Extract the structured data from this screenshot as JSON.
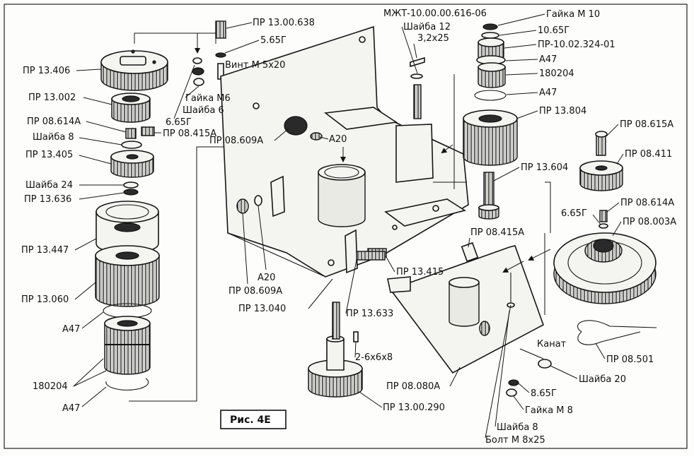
{
  "figure_caption": "Рис. 4Е",
  "labels": {
    "pr13406": "ПР 13.406",
    "pr13002": "ПР 13.002",
    "pr08614a_l": "ПР 08.614А",
    "shayba8_l": "Шайба 8",
    "pr13405": "ПР 13.405",
    "shayba24": "Шайба 24",
    "pr13636": "ПР 13.636",
    "pr13447": "ПР 13.447",
    "pr13060": "ПР 13.060",
    "a47_l1": "А47",
    "b180204_l": "180204",
    "a47_l2": "А47",
    "pr1300638": "ПР 13.00.638",
    "g565": "5.65Г",
    "vint_m5x20": "Винт М 5х20",
    "gayka_m6": "Гайка М6",
    "shayba6": "Шайба 6",
    "g665_top": "6.65Г",
    "pr08415a_top": "ПР 08.415А",
    "pr08609a_top": "ПР 08.609А",
    "a20_top": "А20",
    "mzht": "МЖТ-10.00.00.616-06",
    "shayba12": "Шайба 12",
    "s32x25": "3,2х25",
    "gayka_m10": "Гайка М 10",
    "g1065": "10.65Г",
    "pr1002324": "ПР-10.02.324-01",
    "a47_r1": "А47",
    "b180204_r": "180204",
    "a47_r2": "А47",
    "pr13804": "ПР 13.804",
    "pr08615a": "ПР 08.615А",
    "pr08411": "ПР 08.411",
    "pr13604": "ПР 13.604",
    "pr08614a_r": "ПР 08.614А",
    "g665_r": "6.65Г",
    "pr08003a": "ПР 08.003А",
    "pr08415a_mid": "ПР 08.415А",
    "pr13415": "ПР 13.415",
    "a20_bot": "А20",
    "pr08609a_bot": "ПР 08.609А",
    "pr13040": "ПР 13.040",
    "pr13633": "ПР 13.633",
    "s2_6x6x8": "2-6х6х8",
    "pr08080a": "ПР 08.080А",
    "pr1300290": "ПР 13.00.290",
    "kanat": "Канат",
    "pr08501": "ПР 08.501",
    "shayba20": "Шайба 20",
    "g865": "8.65Г",
    "gayka_m8": "Гайка М 8",
    "shayba8_r": "Шайба 8",
    "bolt_m8x25": "Болт М 8х25"
  }
}
